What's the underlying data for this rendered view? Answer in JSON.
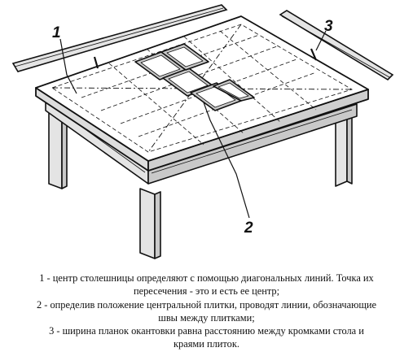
{
  "callouts": [
    {
      "number": "1"
    },
    {
      "number": "2"
    },
    {
      "number": "3"
    }
  ],
  "caption": {
    "line_1": "1 - центр столешницы определяют с помощью диагональных линий. Точка их",
    "line_2": "пересечения - это и есть ее центр;",
    "line_3": "2 - определив положение центральной плитки, проводят линии, обозначающие",
    "line_4": "швы между плитками;",
    "line_5": "3 - ширина планок окантовки равна расстоянию между кромками стола и",
    "line_6": "краями плиток."
  },
  "colors": {
    "background": "#ffffff",
    "shade": "#c9c9c9",
    "light_shade": "#e4e4e4",
    "ink": "#111111"
  }
}
